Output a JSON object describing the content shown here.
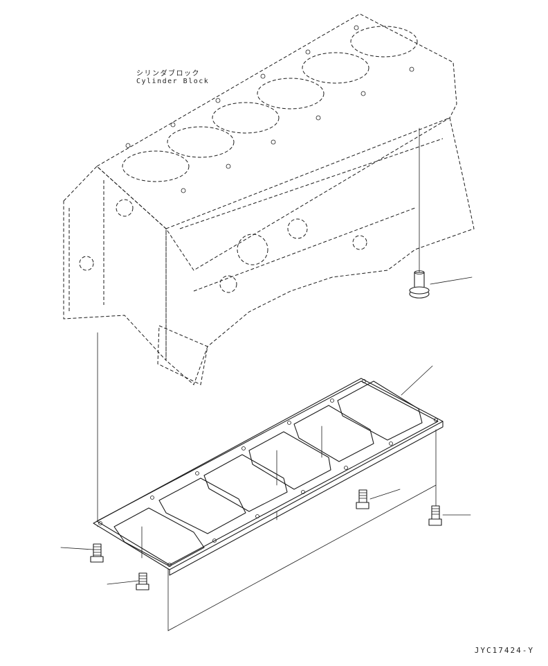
{
  "labels": {
    "cylinder_block_jp": "シリンダブロック",
    "cylinder_block_en": "Cylinder Block"
  },
  "drawing_number": "JYC17424-Y",
  "colors": {
    "line": "#1a1a1a",
    "background": "#ffffff"
  }
}
